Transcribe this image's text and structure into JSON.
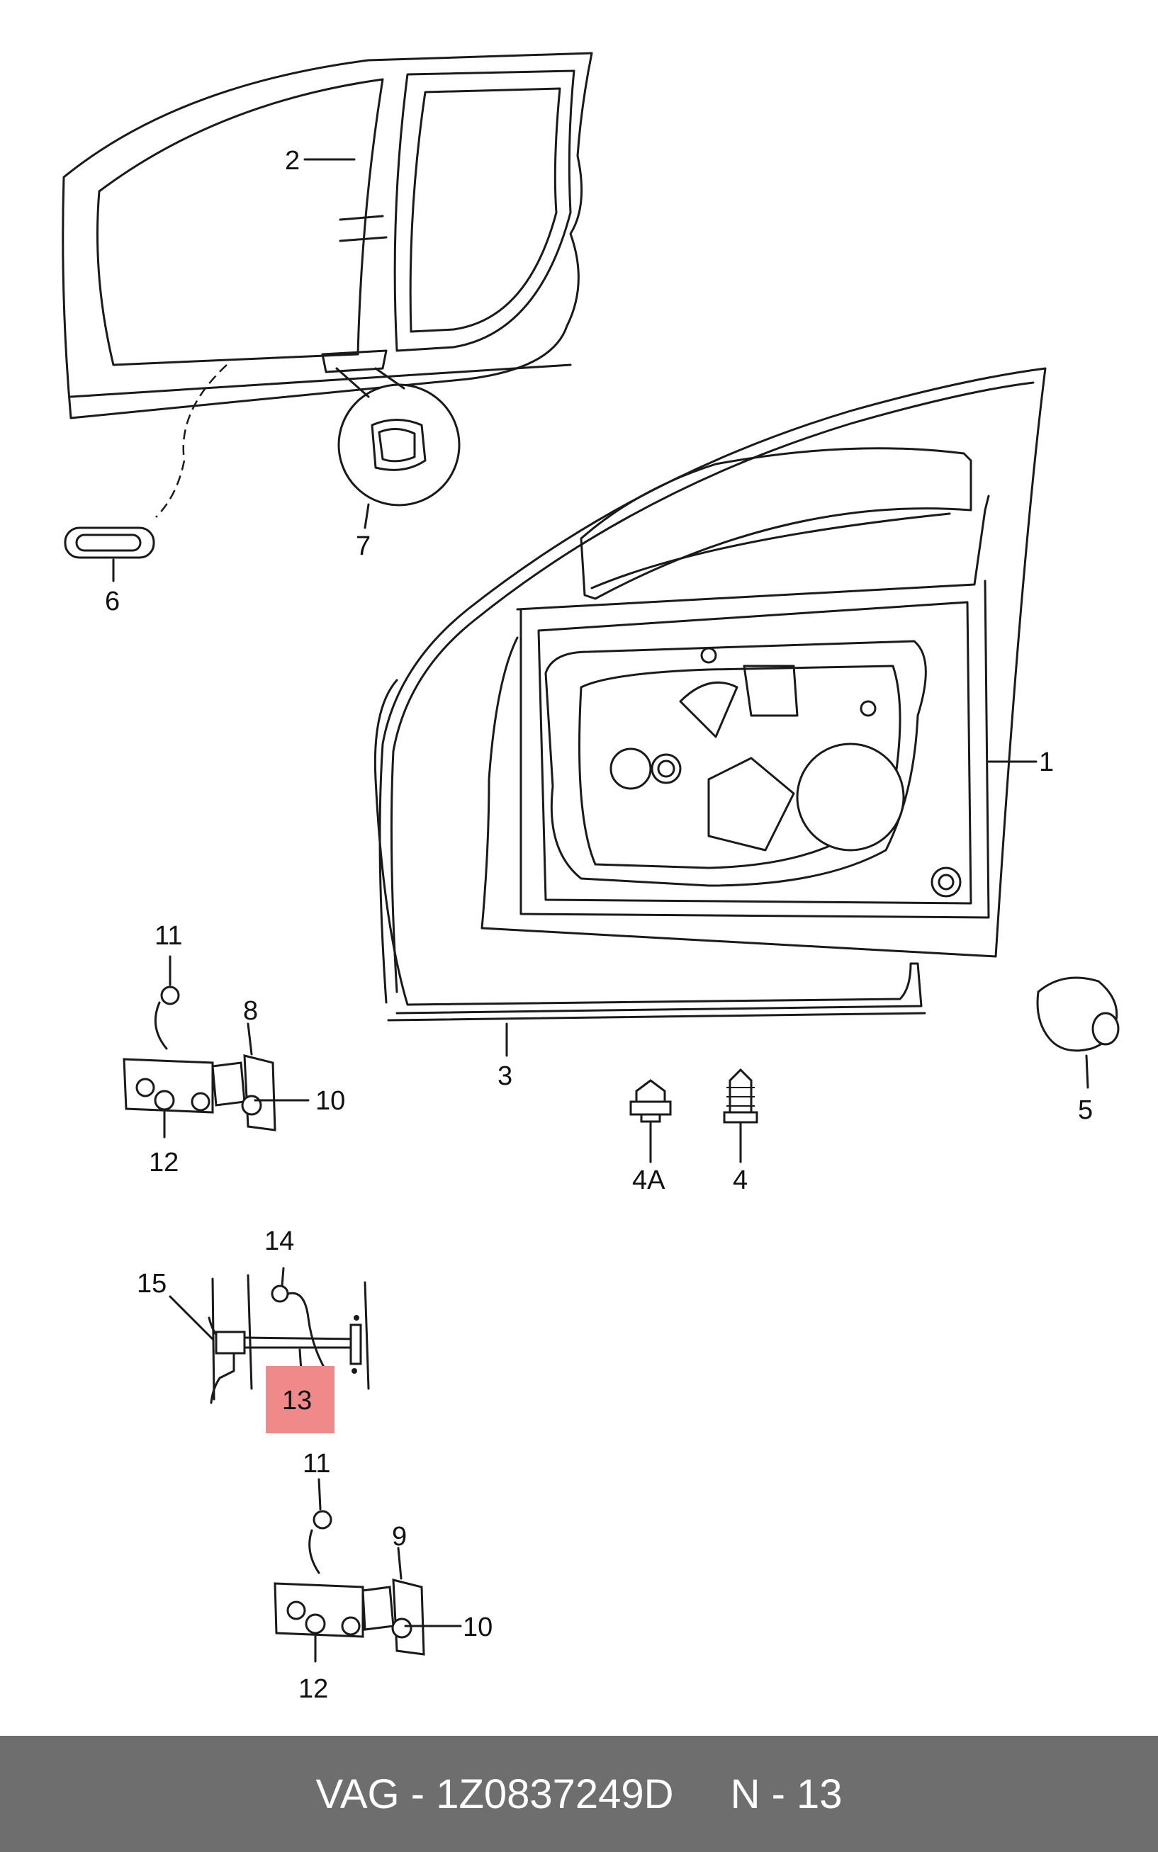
{
  "diagram": {
    "callouts": [
      {
        "id": "1",
        "label": "1"
      },
      {
        "id": "2",
        "label": "2"
      },
      {
        "id": "3",
        "label": "3"
      },
      {
        "id": "4",
        "label": "4"
      },
      {
        "id": "4A",
        "label": "4A"
      },
      {
        "id": "5",
        "label": "5"
      },
      {
        "id": "6",
        "label": "6"
      },
      {
        "id": "7",
        "label": "7"
      },
      {
        "id": "8",
        "label": "8"
      },
      {
        "id": "9",
        "label": "9"
      },
      {
        "id": "10a",
        "label": "10"
      },
      {
        "id": "10b",
        "label": "10"
      },
      {
        "id": "11a",
        "label": "11"
      },
      {
        "id": "11b",
        "label": "11"
      },
      {
        "id": "12a",
        "label": "12"
      },
      {
        "id": "12b",
        "label": "12"
      },
      {
        "id": "13",
        "label": "13"
      },
      {
        "id": "14",
        "label": "14"
      },
      {
        "id": "15",
        "label": "15"
      }
    ],
    "highlighted_callout": "13",
    "highlight_color": "#f08a8a"
  },
  "footer": {
    "part_ref": "VAG - 1Z0837249D",
    "position_ref": "N - 13",
    "background_color": "#6e6e6e"
  }
}
